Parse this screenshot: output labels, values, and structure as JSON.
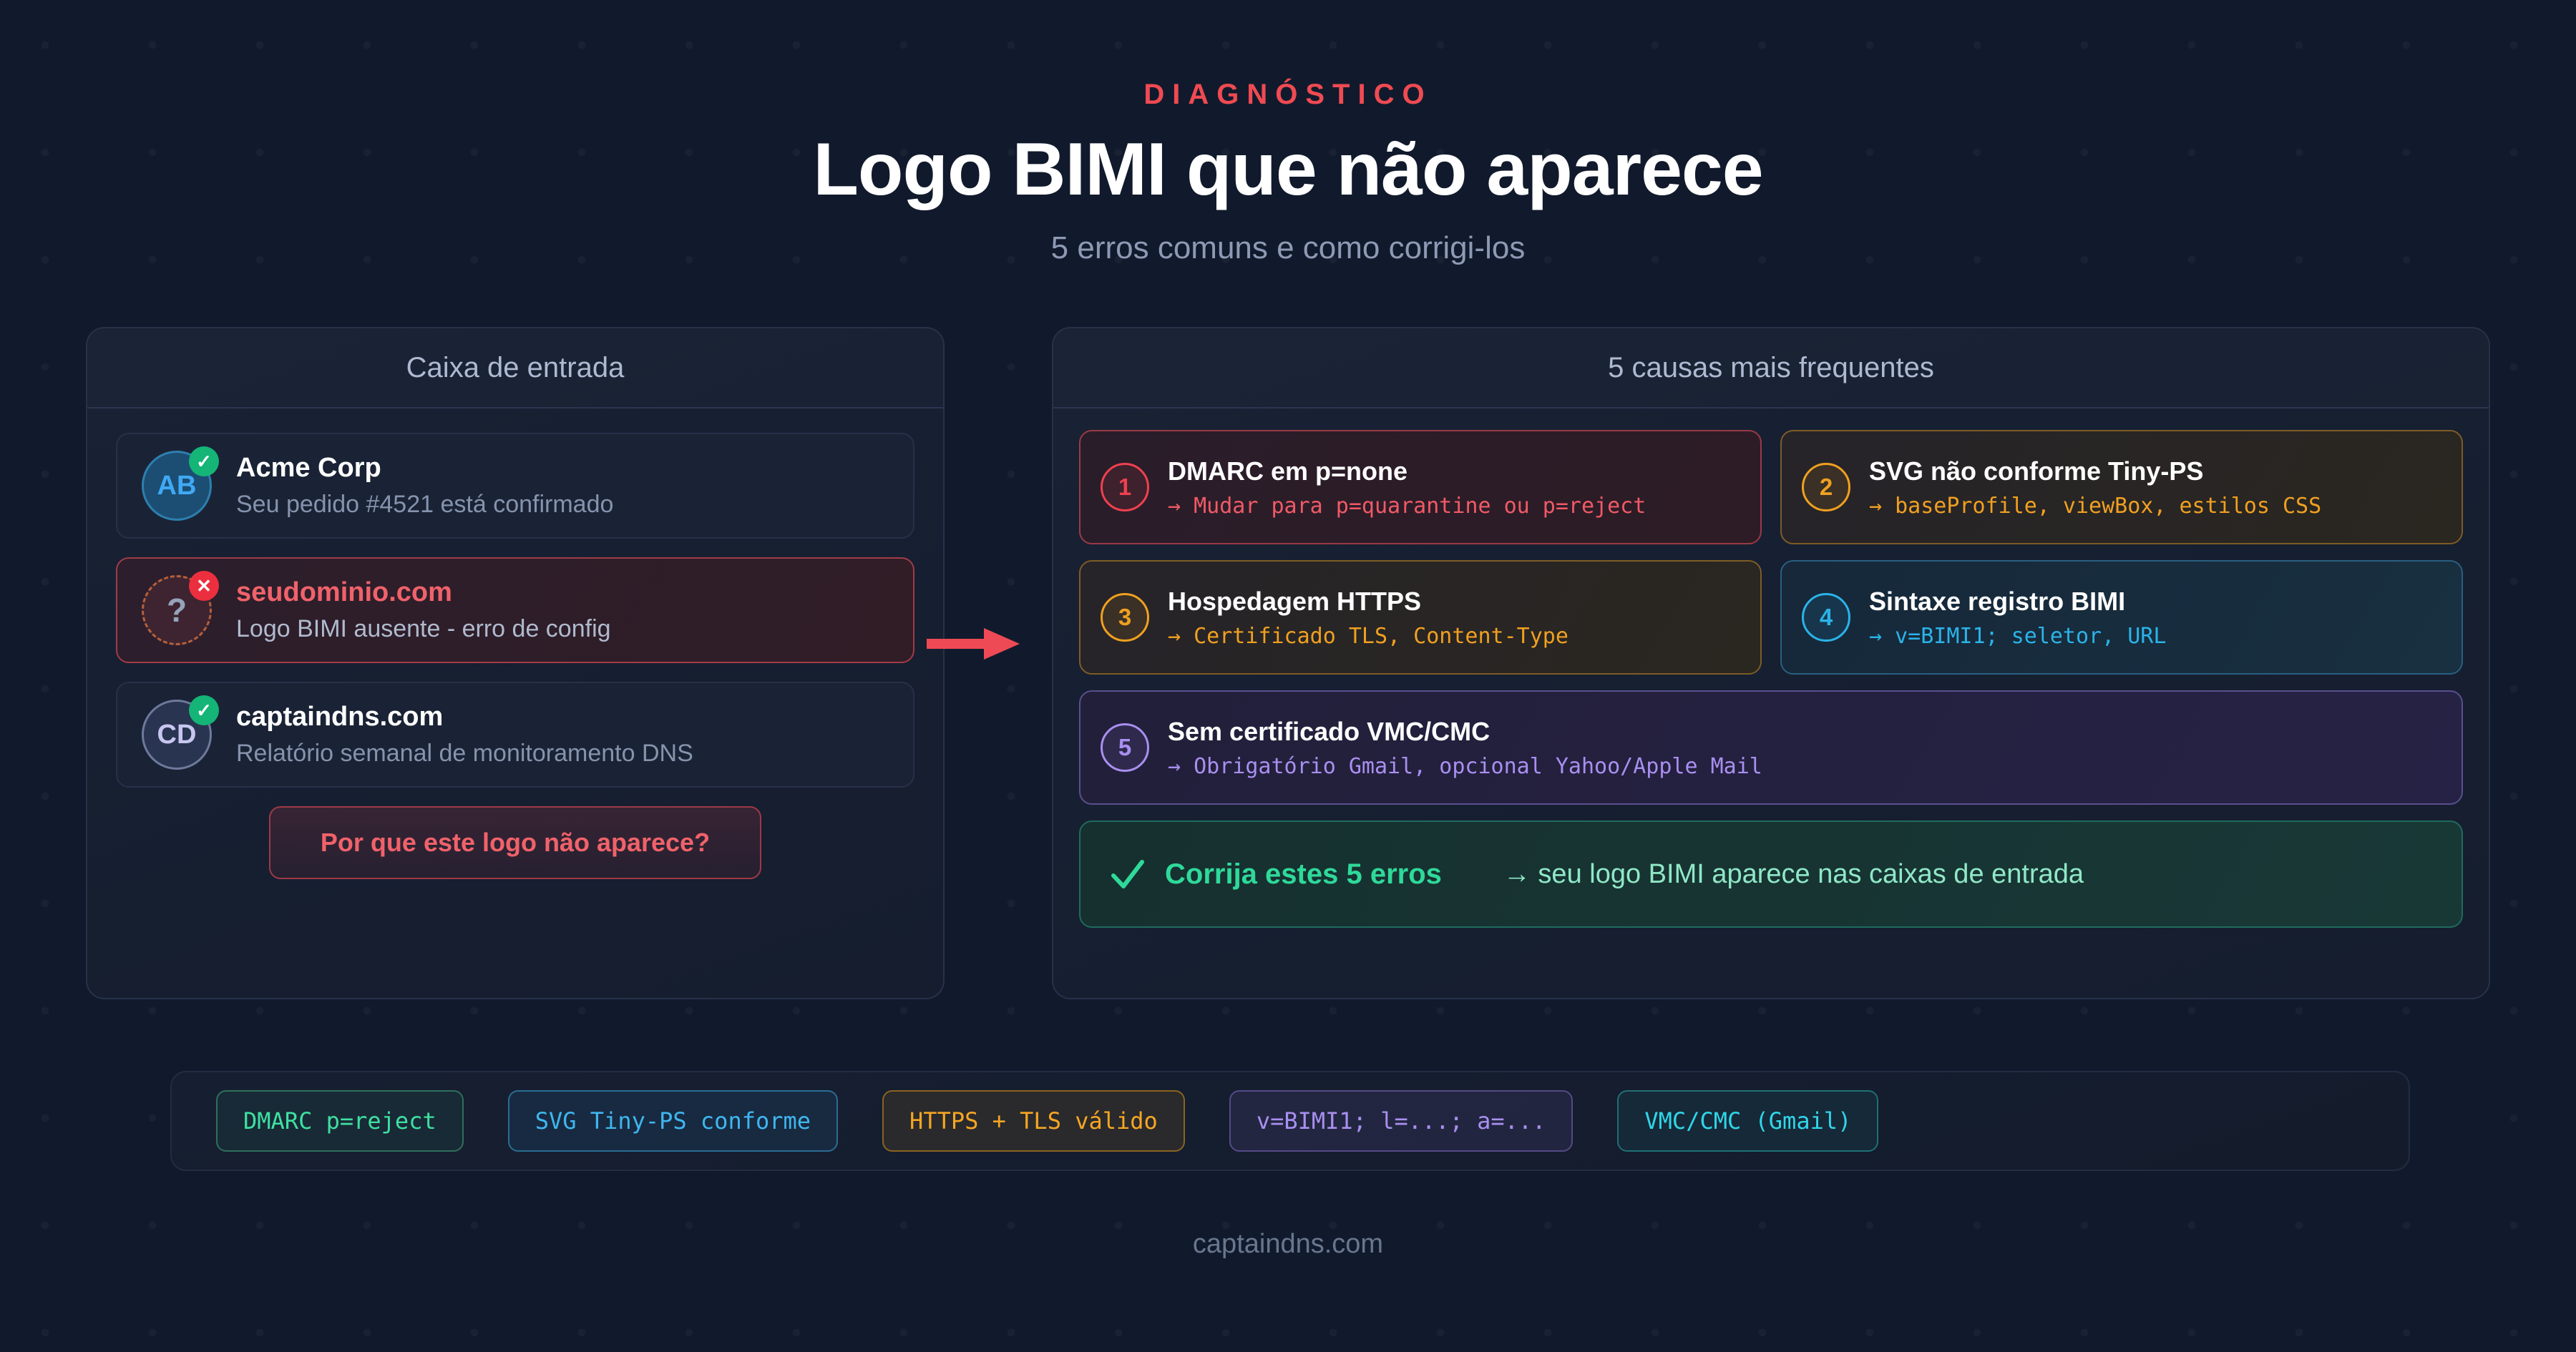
{
  "header": {
    "eyebrow": "DIAGNÓSTICO",
    "title": "Logo BIMI que não aparece",
    "subtitle": "5 erros comuns e como corrigi-los"
  },
  "inbox": {
    "panel_title": "Caixa de entrada",
    "items": [
      {
        "initials": "AB",
        "badge": "✓",
        "badge_kind": "ok",
        "from": "Acme Corp",
        "subject": "Seu pedido #4521 está confirmado",
        "state": "ok"
      },
      {
        "initials": "?",
        "badge": "✕",
        "badge_kind": "bad",
        "from": "seudominio.com",
        "subject": "Logo BIMI ausente - erro de config",
        "state": "error"
      },
      {
        "initials": "CD",
        "badge": "✓",
        "badge_kind": "ok",
        "from": "captaindns.com",
        "subject": "Relatório semanal de monitoramento DNS",
        "state": "ok"
      }
    ],
    "cta_label": "Por que este logo não aparece?"
  },
  "causes": {
    "panel_title": "5 causas mais frequentes",
    "items": [
      {
        "num": "1",
        "title": "DMARC em p=none",
        "fix": "→ Mudar para p=quarantine ou p=reject",
        "color": "#f0404f"
      },
      {
        "num": "2",
        "title": "SVG não conforme Tiny-PS",
        "fix": "→ baseProfile, viewBox, estilos CSS",
        "color": "#f0a020"
      },
      {
        "num": "3",
        "title": "Hospedagem HTTPS",
        "fix": "→ Certificado TLS, Content-Type",
        "color": "#f0a020"
      },
      {
        "num": "4",
        "title": "Sintaxe registro BIMI",
        "fix": "→ v=BIMI1; seletor, URL",
        "color": "#2bb3e8"
      },
      {
        "num": "5",
        "title": "Sem certificado VMC/CMC",
        "fix": "→ Obrigatório Gmail, opcional Yahoo/Apple Mail",
        "color": "#a98ff0"
      }
    ],
    "result": {
      "icon": "check-icon",
      "lead": "Corrija estes 5 erros",
      "tail": "→ seu logo BIMI aparece nas caixas de entrada",
      "color": "#2fd99a"
    }
  },
  "chips": [
    {
      "label": "DMARC p=reject",
      "color": "#3ee0a1"
    },
    {
      "label": "SVG Tiny-PS conforme",
      "color": "#3fb6ef"
    },
    {
      "label": "HTTPS + TLS válido",
      "color": "#f6a623"
    },
    {
      "label": "v=BIMI1; l=...; a=...",
      "color": "#a98ff0"
    },
    {
      "label": "VMC/CMC (Gmail)",
      "color": "#2fd6e8"
    }
  ],
  "footer": {
    "text": "captaindns.com"
  }
}
